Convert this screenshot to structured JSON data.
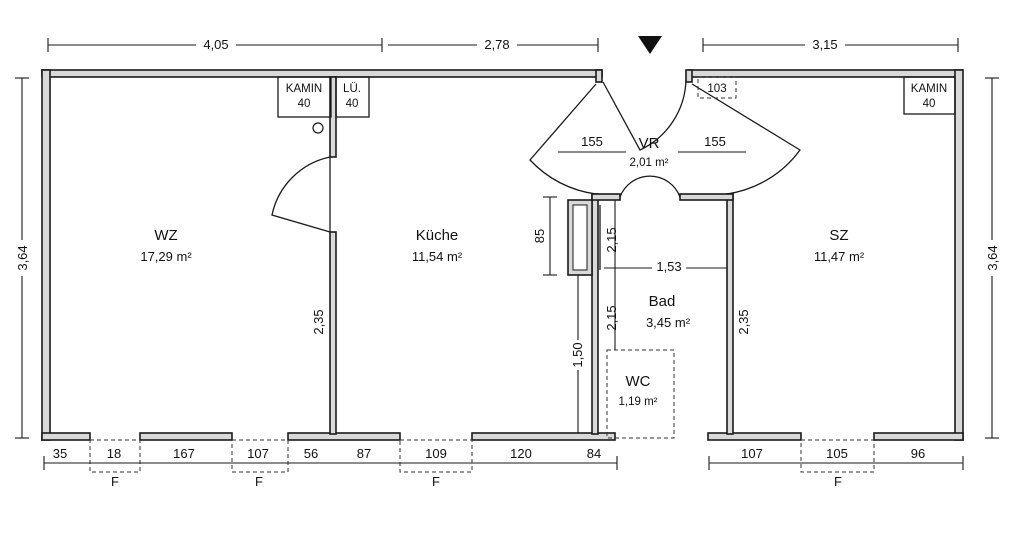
{
  "rooms": {
    "wz": {
      "name": "WZ",
      "area": "17,29 m²"
    },
    "kueche": {
      "name": "Küche",
      "area": "11,54 m²"
    },
    "vr": {
      "name": "VR",
      "area": "2,01 m²"
    },
    "bad": {
      "name": "Bad",
      "area": "3,45 m²"
    },
    "wc": {
      "name": "WC",
      "area": "1,19 m²"
    },
    "sz": {
      "name": "SZ",
      "area": "11,47 m²"
    }
  },
  "fixtures": {
    "kamin_left": {
      "label": "KAMIN",
      "size": "40"
    },
    "lueftung": {
      "label": "LÜ.",
      "size": "40"
    },
    "box_103": {
      "label": "103"
    },
    "kamin_right": {
      "label": "KAMIN",
      "size": "40"
    }
  },
  "dimensions": {
    "top": [
      "4,05",
      "2,78",
      "3,15"
    ],
    "left_height": "3,64",
    "right_height": "3,64",
    "wall_wz_kueche": "2,35",
    "wall_bad_sz": "2,35",
    "vr_left": "155",
    "vr_right": "155",
    "shaft_height": "85",
    "bad_height_upper": "2,15",
    "bad_height_lower": "2,15",
    "bad_width": "1,53",
    "wc_height": "1,50",
    "bottom": [
      "35",
      "18",
      "167",
      "107",
      "56",
      "87",
      "109",
      "120",
      "84",
      "107",
      "105",
      "96"
    ],
    "window_marks": [
      "F",
      "F",
      "F",
      "F"
    ]
  }
}
